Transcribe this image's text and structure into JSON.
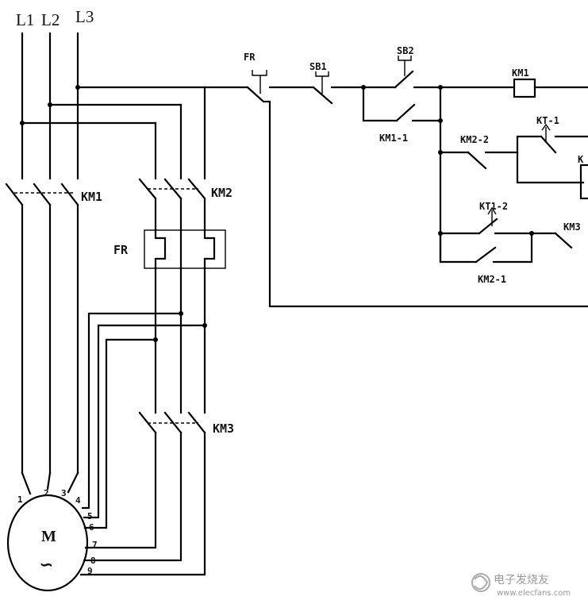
{
  "phases": [
    "L1",
    "L2",
    "L3"
  ],
  "contactors": {
    "km1": "KM1",
    "km2": "KM2",
    "km3": "KM3"
  },
  "overload_relay": "FR",
  "control": {
    "fr": "FR",
    "sb1": "SB1",
    "sb2": "SB2",
    "km1_coil": "KM1",
    "km1_1": "KM1-1",
    "km2_2": "KM2-2",
    "kt_1": "KT-1",
    "kt1_2": "KT1-2",
    "km2_1": "KM2-1",
    "km3_partial": "KM3",
    "coil_partial": "K"
  },
  "motor": {
    "symbol": "M",
    "ac_symbol": "∽",
    "terminals": [
      "1",
      "2",
      "3",
      "4",
      "5",
      "6",
      "7",
      "8",
      "9"
    ]
  },
  "watermark": {
    "cn": "电子发烧友",
    "url": "www.elecfans.com"
  }
}
